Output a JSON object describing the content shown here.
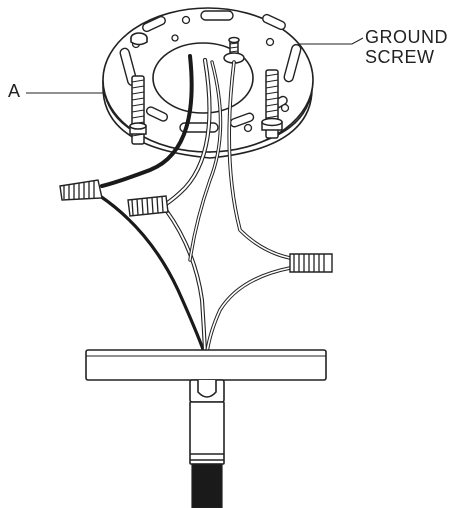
{
  "diagram": {
    "callouts": {
      "a": "A",
      "ground_line1": "GROUND",
      "ground_line2": "SCREW"
    },
    "colors": {
      "ink": "#222222",
      "wire_black": "#1a1a1a",
      "wire_white": "#ffffff",
      "background": "#ffffff"
    }
  }
}
